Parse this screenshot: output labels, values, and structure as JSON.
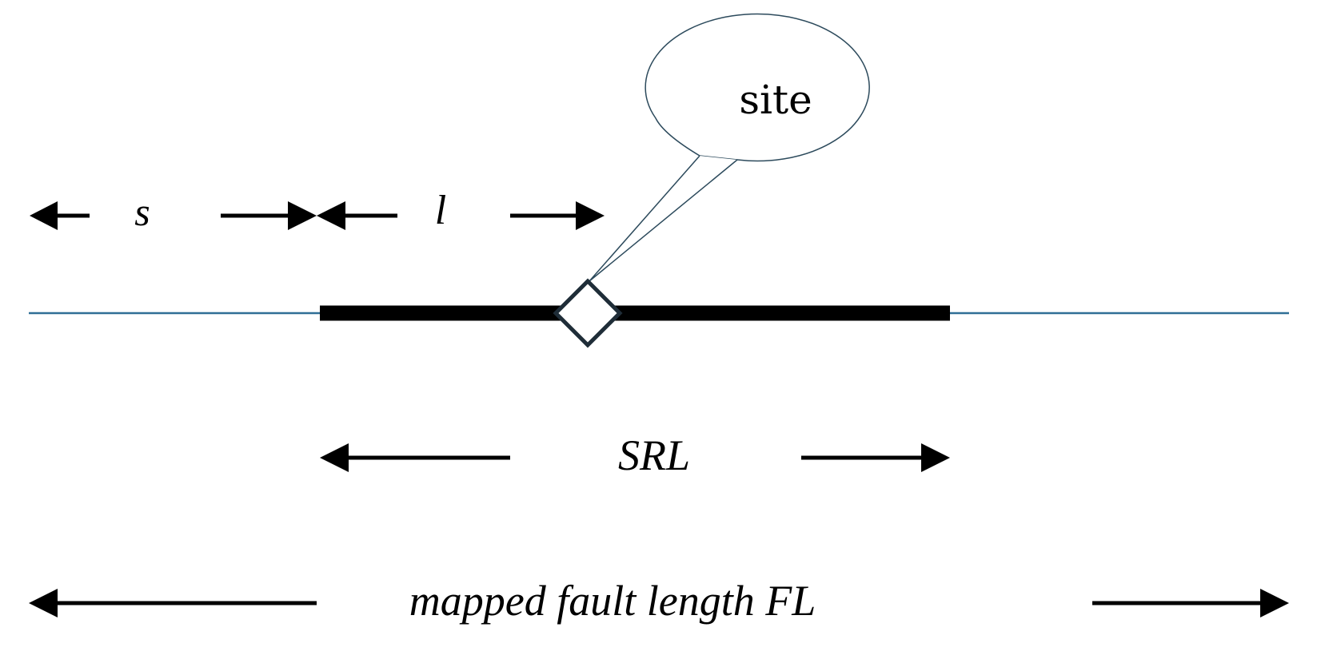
{
  "labels": {
    "site": "site",
    "s": "s",
    "l": "l",
    "srl": "SRL",
    "fl": "mapped fault length FL"
  },
  "colors": {
    "thin_line": "#2f6f96",
    "thick_line": "#000000",
    "site_marker_stroke": "#1f2d38",
    "callout_stroke": "#2c4a5c",
    "arrow": "#000000"
  }
}
